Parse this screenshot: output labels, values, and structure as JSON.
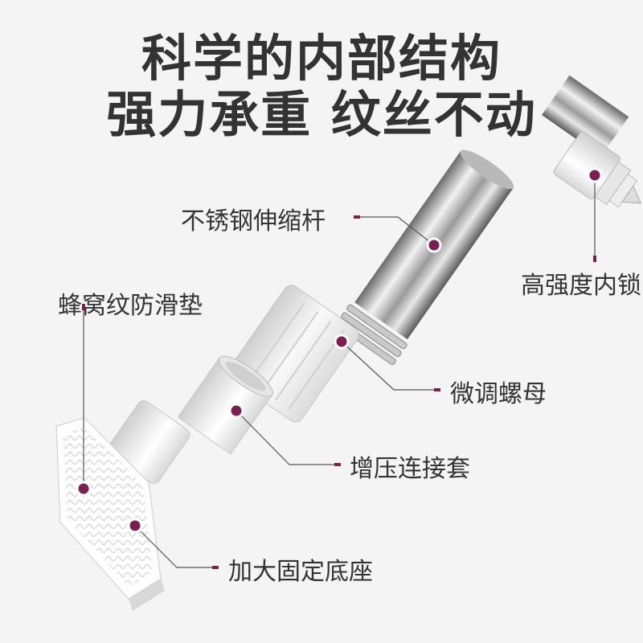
{
  "headline": {
    "line1": "科学的内部结构",
    "line2": "强力承重 纹丝不动"
  },
  "callouts": {
    "rod": "不锈钢伸缩杆",
    "lock": "高强度内锁",
    "pad": "蜂窝纹防滑垫",
    "nut": "微调螺母",
    "sleeve": "增压连接套",
    "base": "加大固定底座"
  },
  "colors": {
    "marker": "#7a1f4f",
    "text": "#333333",
    "background": "#f4f4f4"
  }
}
